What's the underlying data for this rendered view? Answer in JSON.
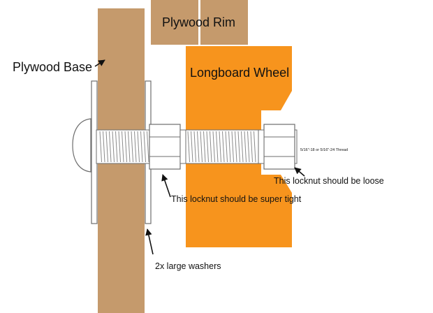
{
  "labels": {
    "plywood_rim": "Plywood Rim",
    "plywood_base": "Plywood Base",
    "longboard_wheel": "Longboard Wheel",
    "thread_spec": "5/16\"-18 or 5/16\"-24 Thread",
    "loose_nut": "This locknut should be loose",
    "tight_nut": "This locknut should be super tight",
    "washers": "2x large washers"
  },
  "colors": {
    "plywood": "#c59a6c",
    "wheel": "#f7941d",
    "metal_stroke": "#6d6d6d",
    "metal_fill": "#ffffff",
    "arrow": "#111111"
  }
}
